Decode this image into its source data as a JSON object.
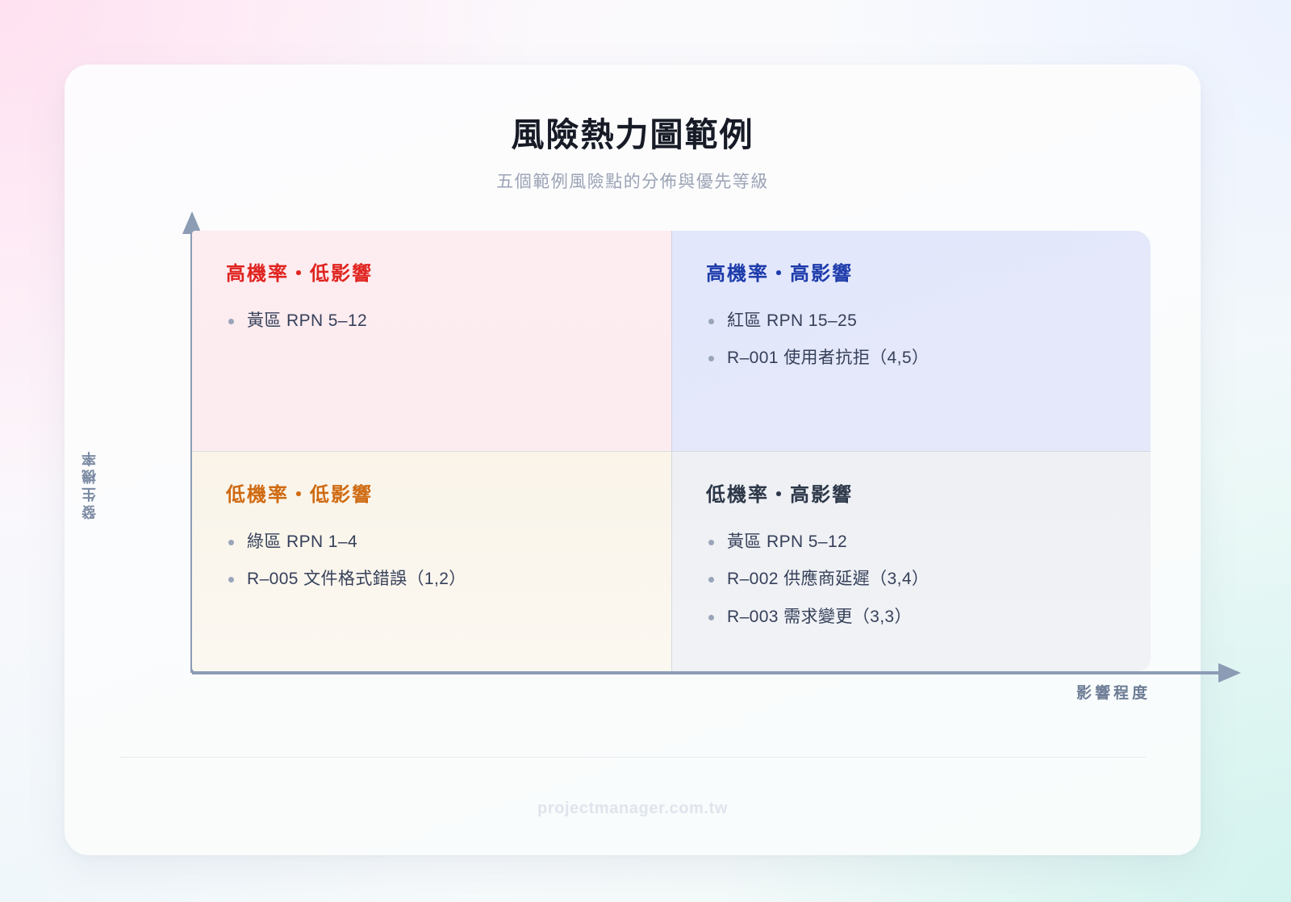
{
  "header": {
    "title": "風險熱力圖範例",
    "subtitle": "五個範例風險點的分佈與優先等級"
  },
  "axes": {
    "y_label": "發生機率",
    "x_label": "影響程度"
  },
  "quadrants": [
    {
      "key": "high-prob-low-impact",
      "title": "高機率・低影響",
      "color": "#e0231f",
      "background": "#fcecf0",
      "items": [
        "黃區 RPN 5–12"
      ]
    },
    {
      "key": "high-prob-high-impact",
      "title": "高機率・高影響",
      "color": "#1c3bab",
      "background": "#e3e7fb",
      "items": [
        "紅區 RPN 15–25",
        "R–001 使用者抗拒（4,5）"
      ]
    },
    {
      "key": "low-prob-low-impact",
      "title": "低機率・低影響",
      "color": "#cf6a11",
      "background": "#faf4e9",
      "items": [
        "綠區 RPN 1–4",
        "R–005 文件格式錯誤（1,2）"
      ]
    },
    {
      "key": "low-prob-high-impact",
      "title": "低機率・高影響",
      "color": "#2c3748",
      "background": "#eff1f5",
      "items": [
        "黃區 RPN 5–12",
        "R–002 供應商延遲（3,4）",
        "R–003 需求變更（3,3）"
      ]
    }
  ],
  "footer": {
    "site": "projectmanager.com.tw"
  },
  "chart_data": {
    "type": "scatter",
    "title": "風險熱力圖範例",
    "subtitle": "五個範例風險點的分佈與優先等級",
    "xlabel": "影響程度",
    "ylabel": "發生機率",
    "xlim": [
      0,
      5
    ],
    "ylim": [
      0,
      5
    ],
    "grid": false,
    "legend": "none",
    "quadrant_bands": [
      {
        "quadrant": "high-prob-low-impact",
        "label": "高機率・低影響",
        "zone": "黃區",
        "rpn_range": [
          5,
          12
        ],
        "color": "#fcecf0",
        "title_color": "#e0231f"
      },
      {
        "quadrant": "high-prob-high-impact",
        "label": "高機率・高影響",
        "zone": "紅區",
        "rpn_range": [
          15,
          25
        ],
        "color": "#e3e7fb",
        "title_color": "#1c3bab"
      },
      {
        "quadrant": "low-prob-low-impact",
        "label": "低機率・低影響",
        "zone": "綠區",
        "rpn_range": [
          1,
          4
        ],
        "color": "#faf4e9",
        "title_color": "#cf6a11"
      },
      {
        "quadrant": "low-prob-high-impact",
        "label": "低機率・高影響",
        "zone": "黃區",
        "rpn_range": [
          5,
          12
        ],
        "color": "#eff1f5",
        "title_color": "#2c3748"
      }
    ],
    "points": [
      {
        "id": "R–001",
        "name": "使用者抗拒",
        "impact": 4,
        "probability": 5,
        "quadrant": "high-prob-high-impact"
      },
      {
        "id": "R–002",
        "name": "供應商延遲",
        "impact": 3,
        "probability": 4,
        "quadrant": "low-prob-high-impact"
      },
      {
        "id": "R–003",
        "name": "需求變更",
        "impact": 3,
        "probability": 3,
        "quadrant": "low-prob-high-impact"
      },
      {
        "id": "R–005",
        "name": "文件格式錯誤",
        "impact": 1,
        "probability": 2,
        "quadrant": "low-prob-low-impact"
      }
    ]
  }
}
